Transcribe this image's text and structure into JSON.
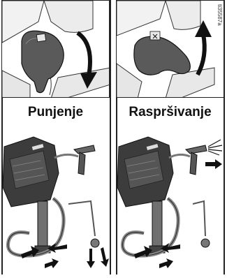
{
  "figure_id": "ti35587a",
  "panels": [
    {
      "caption": "Punjenje",
      "state": "prime",
      "valve_position": "down",
      "arrow_direction": "down"
    },
    {
      "caption": "Raspršivanje",
      "state": "spray",
      "valve_position": "up",
      "arrow_direction": "up"
    }
  ]
}
